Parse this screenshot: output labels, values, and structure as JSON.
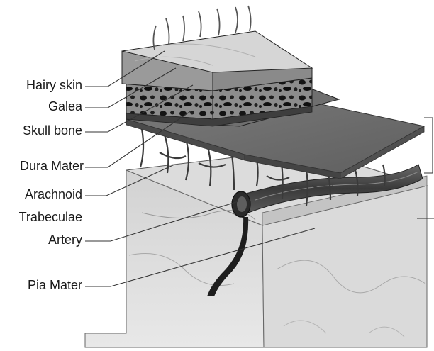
{
  "labels": {
    "hairy_skin": "Hairy skin",
    "galea": "Galea",
    "skull_bone": "Skull bone",
    "dura_mater": "Dura Mater",
    "arachnoid": "Arachnoid",
    "trabeculae": "Trabeculae",
    "artery": "Artery",
    "pia_mater": "Pia Mater"
  }
}
